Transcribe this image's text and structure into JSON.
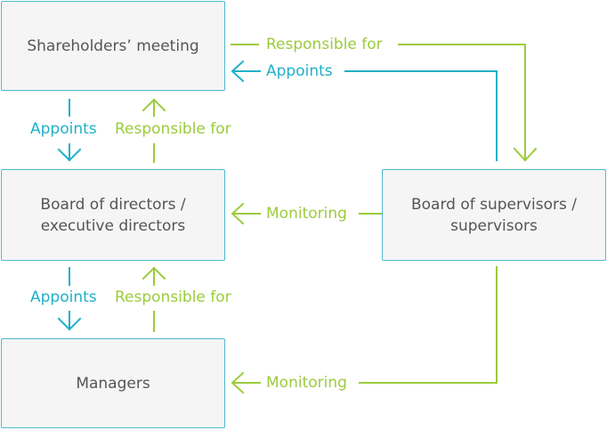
{
  "nodes": {
    "shareholders": "Shareholders’ meeting",
    "board_directors": "Board of directors /\nexecutive directors",
    "board_supervisors": "Board of supervisors /\nsupervisors",
    "managers": "Managers"
  },
  "edges": {
    "sh_to_sup_responsible": "Responsible for",
    "sup_to_sh_appoints": "Appoints",
    "sh_to_bd_appoints": "Appoints",
    "bd_to_sh_responsible": "Responsible for",
    "sup_to_bd_monitoring": "Monitoring",
    "bd_to_mgr_appoints": "Appoints",
    "mgr_to_bd_responsible": "Responsible for",
    "sup_to_mgr_monitoring": "Monitoring"
  },
  "colors": {
    "teal": "#1fb0c8",
    "green": "#9bcb3c",
    "box_border": "#4fb8d0",
    "box_fill": "#f5f5f5",
    "text": "#555555"
  }
}
